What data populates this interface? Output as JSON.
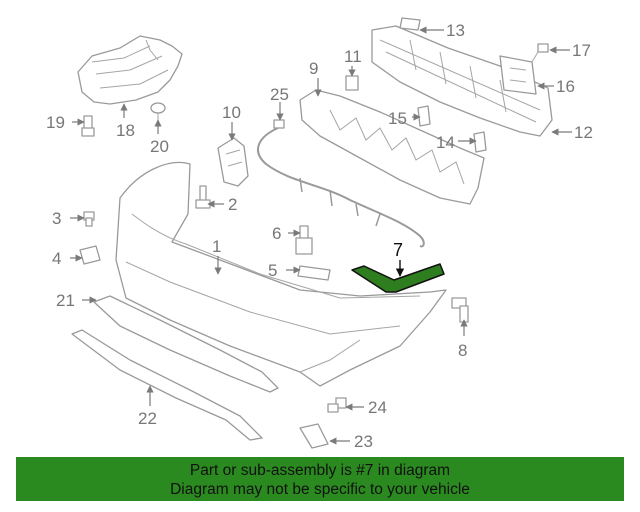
{
  "diagram": {
    "callouts": {
      "c1": "1",
      "c2": "2",
      "c3": "3",
      "c4": "4",
      "c5": "5",
      "c6": "6",
      "c7": "7",
      "c8": "8",
      "c9": "9",
      "c10": "10",
      "c11": "11",
      "c12": "12",
      "c13": "13",
      "c14": "14",
      "c15": "15",
      "c16": "16",
      "c17": "17",
      "c18": "18",
      "c19": "19",
      "c20": "20",
      "c21": "21",
      "c22": "22",
      "c23": "23",
      "c24": "24",
      "c25": "25"
    },
    "highlight_color": "#2e7d1e",
    "line_color": "#9a9a9a"
  },
  "banner": {
    "line1": "Part or sub-assembly is #7 in diagram",
    "line2": "Diagram may not be specific to your vehicle",
    "background": "#2b8a1f"
  }
}
